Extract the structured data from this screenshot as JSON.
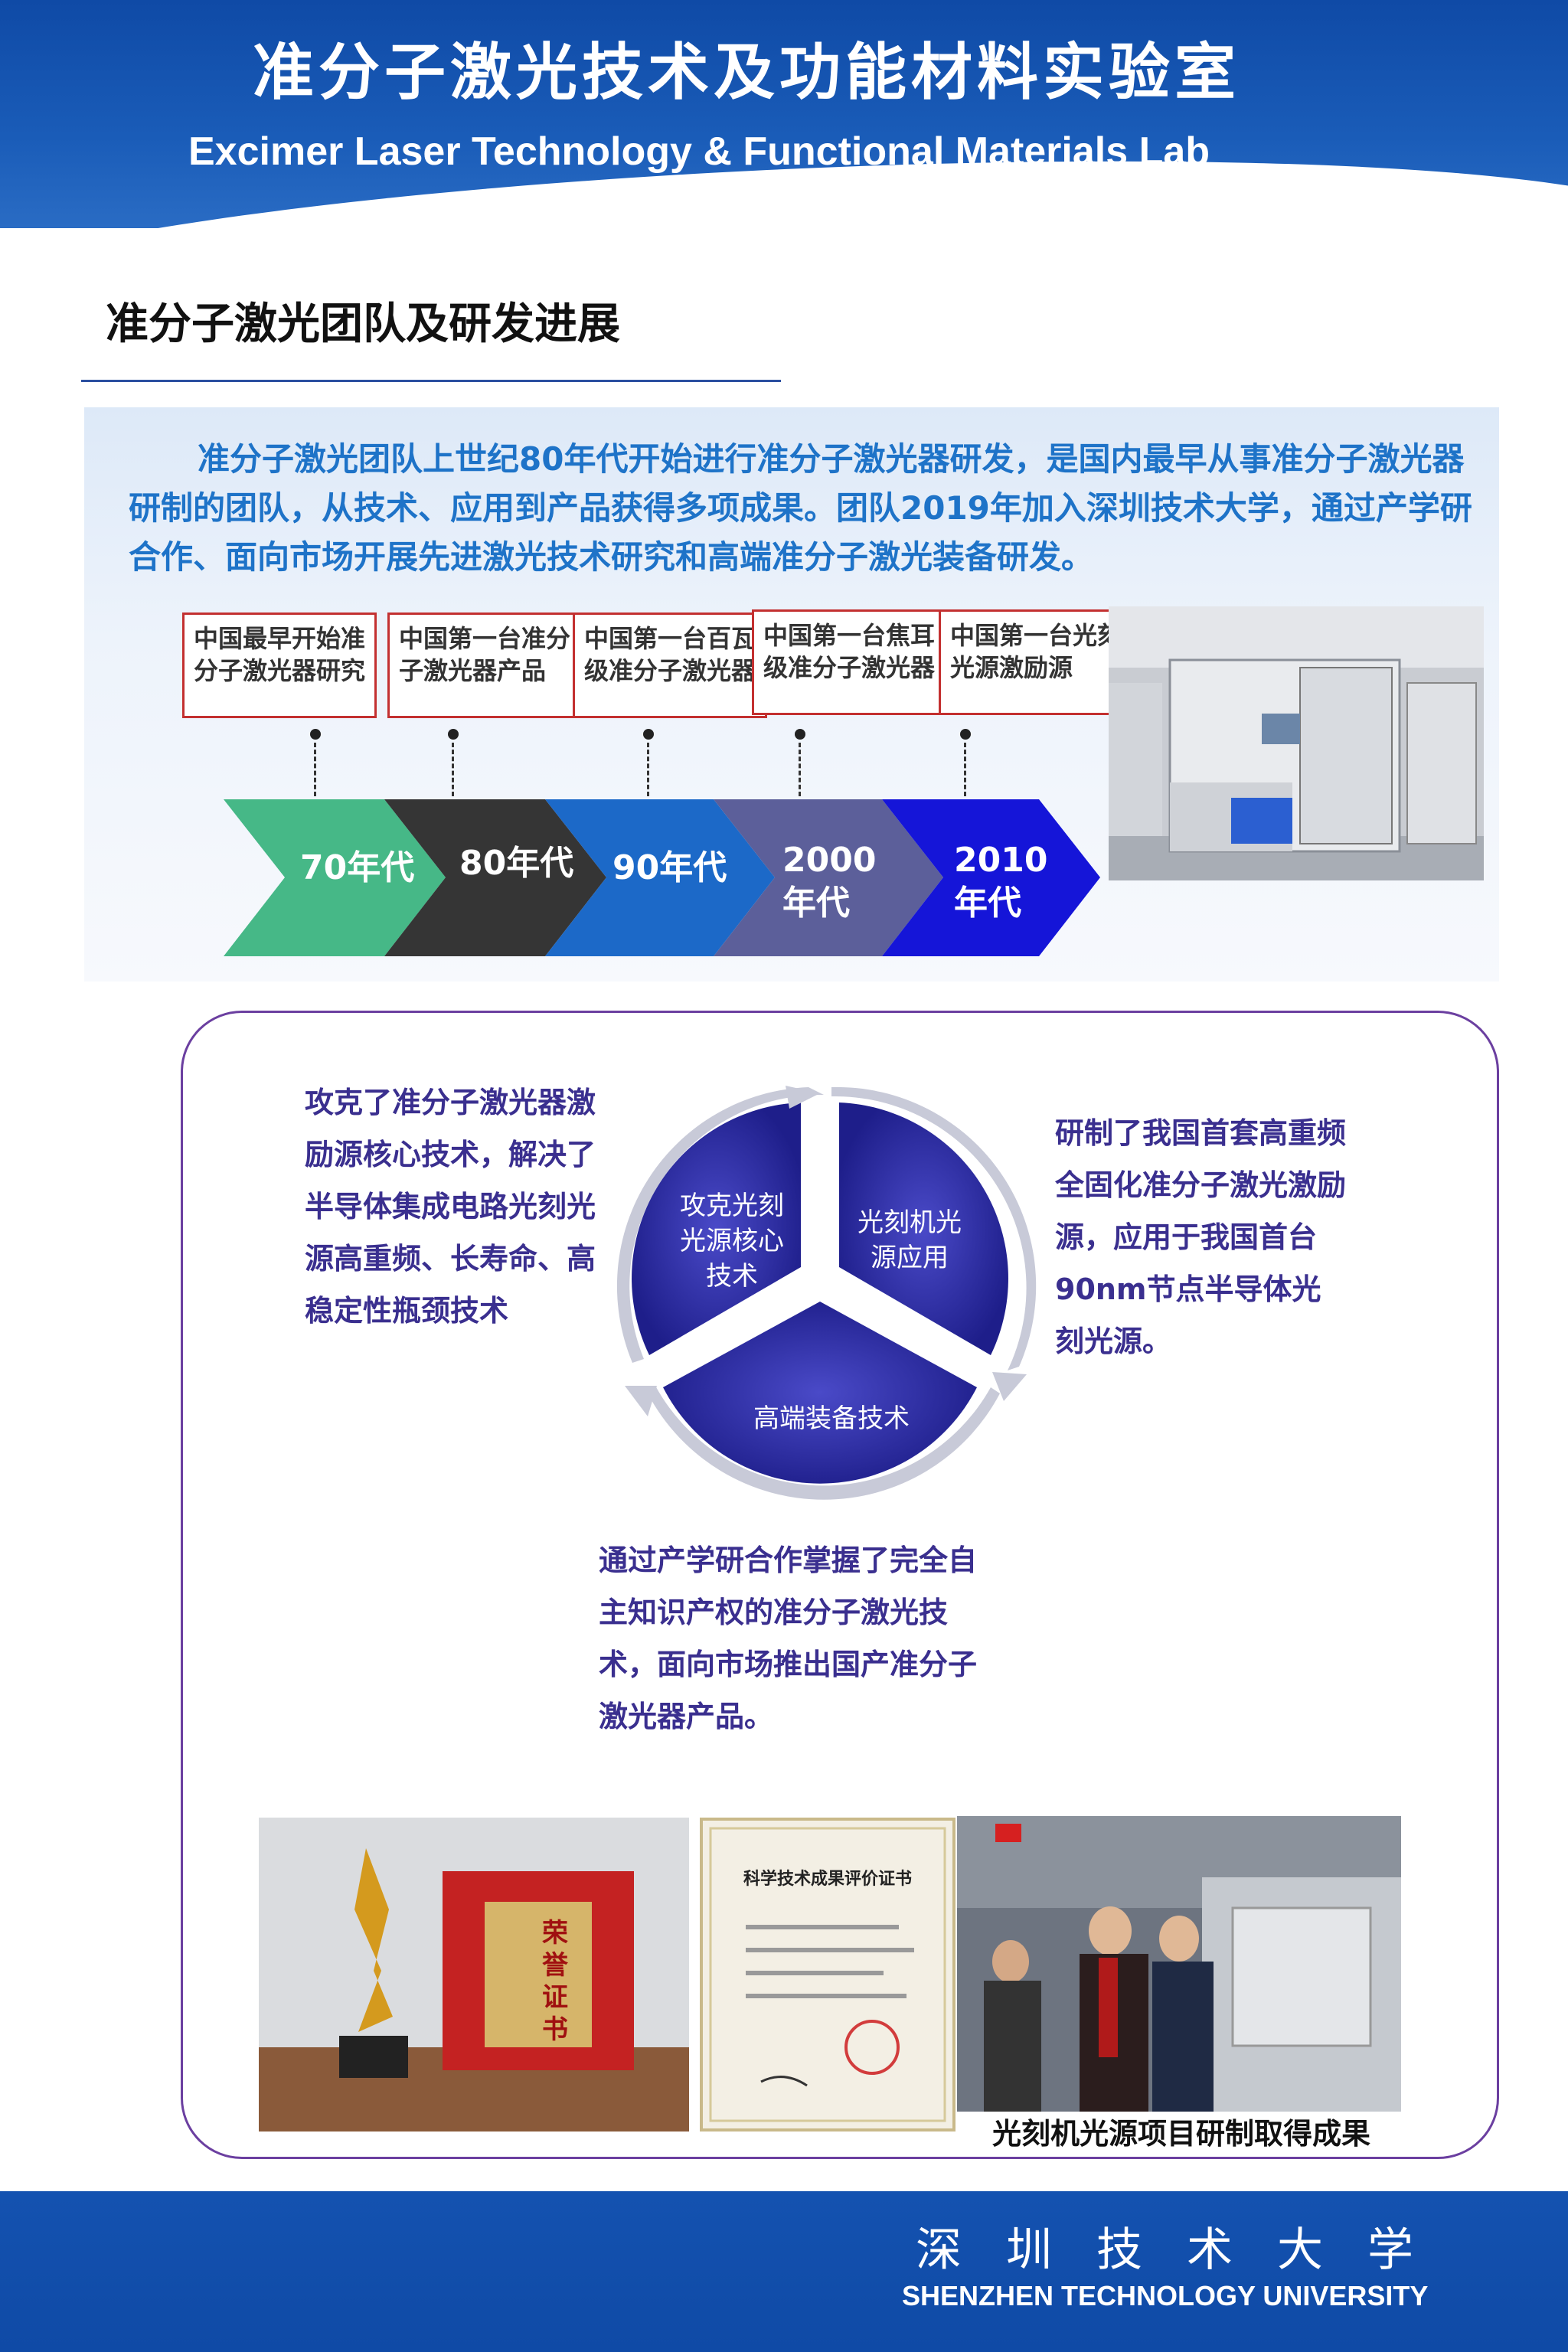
{
  "header": {
    "title_cn": "准分子激光技术及功能材料实验室",
    "title_en": "Excimer Laser Technology & Functional Materials Lab"
  },
  "section": {
    "title": "准分子激光团队及研发进展"
  },
  "intro": {
    "text": "准分子激光团队上世纪80年代开始进行准分子激光器研发，是国内最早从事准分子激光器研制的团队，从技术、应用到产品获得多项成果。团队2019年加入深圳技术大学，通过产学研合作、面向市场开展先进激光技术研究和高端准分子激光装备研发。"
  },
  "milestones": [
    {
      "text": "中国最早开始准分子激光器研究"
    },
    {
      "text": "中国第一台准分子激光器产品"
    },
    {
      "text": "中国第一台百瓦级准分子激光器"
    },
    {
      "text": "中国第一台焦耳级准分子激光器"
    },
    {
      "text": "中国第一台光刻光源激励源"
    }
  ],
  "timeline": [
    {
      "label": "70年代",
      "color": "#46b887"
    },
    {
      "label": "80年代",
      "color": "#353535"
    },
    {
      "label": "90年代",
      "color": "#1c69c8"
    },
    {
      "label": "2000\n年代",
      "color": "#5c5f9a"
    },
    {
      "label": "2010\n年代",
      "color": "#1515d8"
    }
  ],
  "cycle": {
    "segments": [
      "攻克光刻\n光源核心\n技术",
      "光刻机光\n源应用",
      "高端装备技术"
    ],
    "color": "#1e1e8a"
  },
  "descriptions": {
    "left": "攻克了准分子激光器激励源核心技术，解决了半导体集成电路光刻光源高重频、长寿命、高稳定性瓶颈技术",
    "right": "研制了我国首套高重频全固化准分子激光激励源，应用于我国首台90nm节点半导体光刻光源。",
    "bottom": "通过产学研合作掌握了完全自主知识产权的准分子激光技术，面向市场推出国产准分子激光器产品。"
  },
  "photos": {
    "certificate_title": "科学技术成果评价证书",
    "honor_box": "荣誉证书",
    "caption": "光刻机光源项目研制取得成果"
  },
  "footer": {
    "name_cn": "深圳技术大学",
    "name_en": "SHENZHEN TECHNOLOGY UNIVERSITY"
  }
}
